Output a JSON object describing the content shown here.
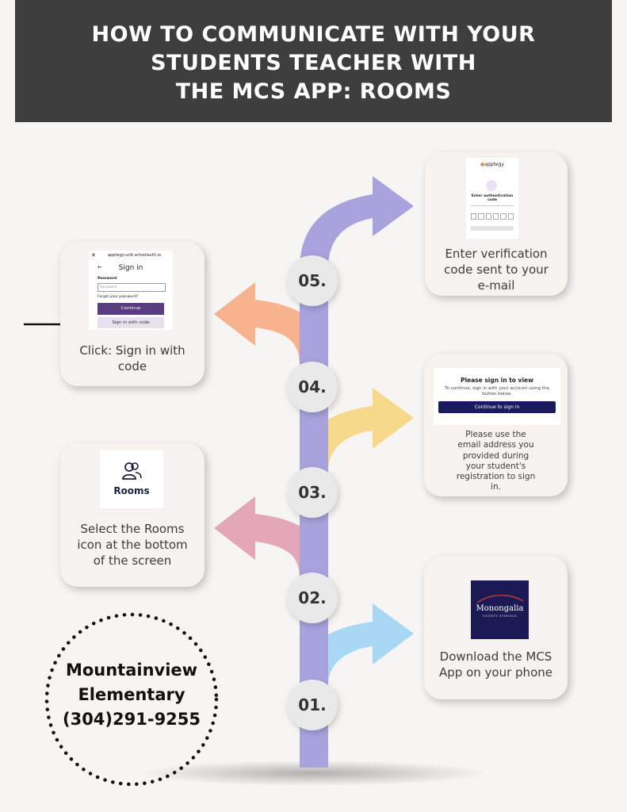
{
  "header": {
    "line1": "HOW TO COMMUNICATE WITH YOUR",
    "line2": "STUDENTS TEACHER WITH",
    "line3": "THE MCS APP: ROOMS"
  },
  "steps": [
    {
      "number": "01.",
      "caption": [
        "Download the MCS",
        "App on your phone"
      ],
      "logo_text": "Monongalia",
      "logo_subtext": "COUNTY SCHOOLS"
    },
    {
      "number": "02.",
      "caption": [
        "Select the Rooms",
        "icon at the bottom",
        "of the screen"
      ],
      "icon_label": "Rooms"
    },
    {
      "number": "03.",
      "caption": [
        "Please use the",
        "email address you",
        "provided during",
        "your student's",
        "registration to sign",
        "in."
      ],
      "screen_title": "Please sign in to view",
      "screen_text": "To continue, sign in with your account using the button below.",
      "screen_button": "Continue to sign in"
    },
    {
      "number": "04.",
      "caption": [
        "Click: Sign in with",
        "code"
      ],
      "url": "apptegy-unit.schoolauth.io",
      "screen_title": "Sign in",
      "password_label": "Password",
      "password_placeholder": "Password",
      "forgot": "Forgot your password?",
      "continue_button": "Continue",
      "code_button": "Sign in with code"
    },
    {
      "number": "05.",
      "caption": [
        "Enter verification",
        "code sent to your",
        "e-mail"
      ],
      "brand": "apptegy",
      "screen_title": "Enter authentication code"
    }
  ],
  "contact": {
    "line1": "Mountainview",
    "line2": "Elementary",
    "phone": "(304)291-9255"
  },
  "colors": {
    "header_bg": "#3e3e3e",
    "timeline": "#a8a3dc",
    "arrow_01": "#a9d8f5",
    "arrow_02": "#e3a7b8",
    "arrow_03": "#f6d98a",
    "arrow_04": "#f6b38d",
    "arrow_05": "#a8a3dc",
    "brand_purple": "#5a3d7e",
    "navy": "#1a1a5e"
  }
}
